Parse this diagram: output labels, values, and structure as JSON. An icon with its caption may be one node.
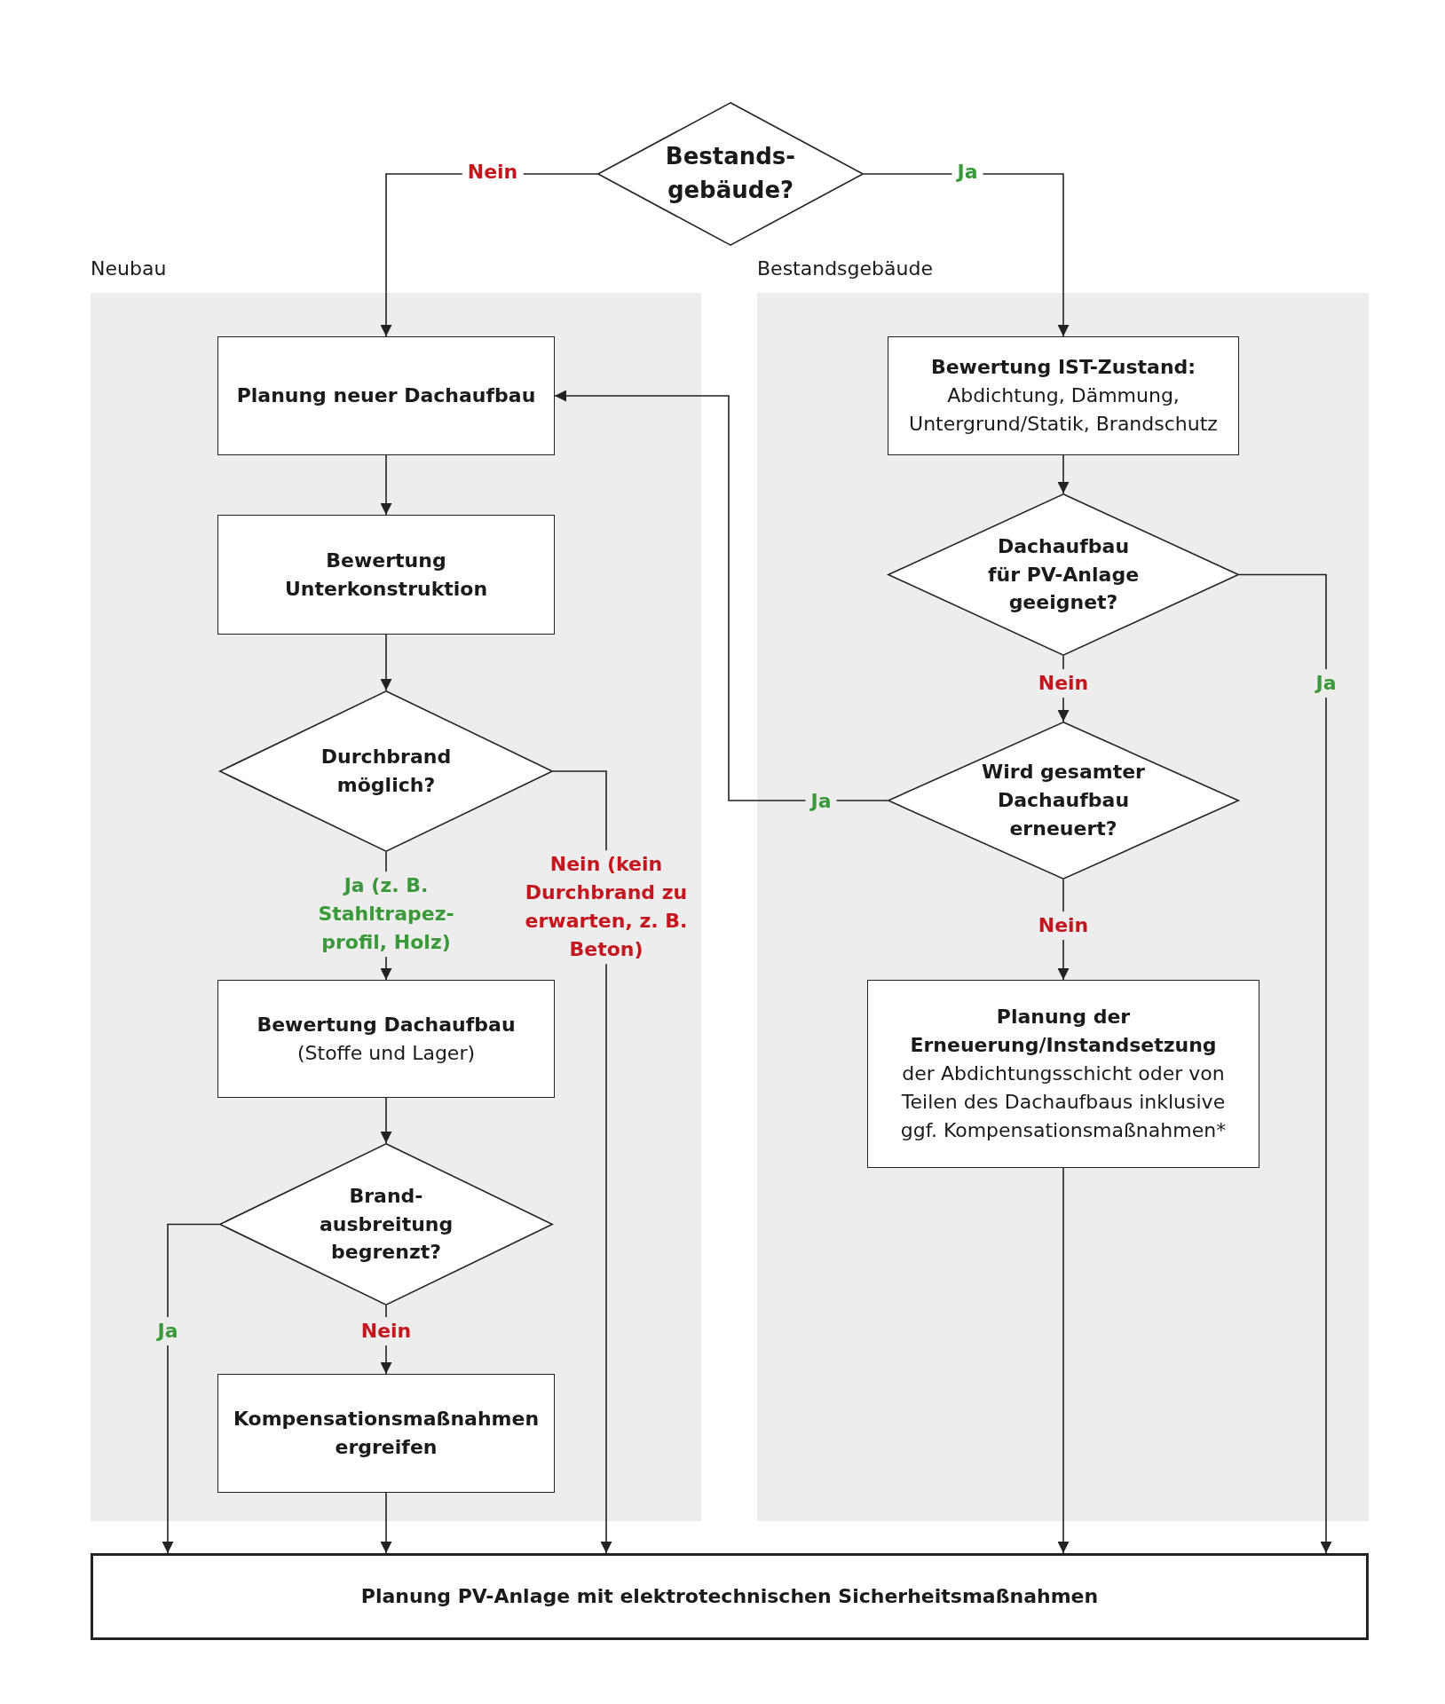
{
  "diagram": {
    "nodes": [
      {
        "text": [
          "Bestands-gebäude?"
        ]
      },
      {
        "text": [
          "Neubau"
        ]
      },
      {
        "text": [
          "Planung neuer Dachaufbau"
        ],
        "in": 1
      },
      {
        "text": [
          "Bewertung Unterkonstruktion"
        ],
        "in": 1
      },
      {
        "text": [
          "Durchbrand möglich?"
        ],
        "in": 1
      },
      {
        "text": [
          "Bewertung Dachaufbau",
          "(Stoffe und Lager)"
        ],
        "in": 1
      },
      {
        "text": [
          "Brand-ausbreitung begrenzt?"
        ],
        "in": 1
      },
      {
        "text": [
          "Kompensationsmaßnahmen ergreifen"
        ],
        "in": 1
      },
      {
        "text": [
          "Bestandsgebäude"
        ]
      },
      {
        "text": [
          "Bewertung IST-Zustand:",
          "Abdichtung, Dämmung, Untergrund/Statik, Brandschutz"
        ],
        "in": 8
      },
      {
        "text": [
          "Dachaufbau für PV-Anlage geeignet?"
        ],
        "in": 8
      },
      {
        "text": [
          "Wird gesamter Dachaufbau erneuert?"
        ],
        "in": 8
      },
      {
        "text": [
          "Planung der Erneuerung/Instandsetzung",
          "der Abdichtungsschicht oder von Teilen des Dachaufbaus inklusive ggf. Kompensationsmaßnahmen*"
        ],
        "in": 8
      },
      {
        "text": [
          "Planung PV-Anlage mit elektrotechnischen Sicherheitsmaßnahmen"
        ]
      }
    ],
    "edges": [
      {
        "from": 0,
        "to": 2,
        "arrow": "to",
        "label": "Nein"
      },
      {
        "from": 0,
        "to": 9,
        "arrow": "to",
        "label": "Ja"
      },
      {
        "from": 2,
        "to": 3,
        "arrow": "to"
      },
      {
        "from": 3,
        "to": 4,
        "arrow": "to"
      },
      {
        "from": 4,
        "to": 5,
        "arrow": "to",
        "label": "Ja (z. B. Stahltrapez-profil, Holz)"
      },
      {
        "from": 4,
        "to": 13,
        "arrow": "to",
        "label": "Nein (kein Durchbrand zu erwarten, z. B. Beton)"
      },
      {
        "from": 5,
        "to": 6,
        "arrow": "to"
      },
      {
        "from": 6,
        "to": 13,
        "arrow": "to",
        "label": "Ja"
      },
      {
        "from": 6,
        "to": 7,
        "arrow": "to",
        "label": "Nein"
      },
      {
        "from": 7,
        "to": 13,
        "arrow": "to"
      },
      {
        "from": 9,
        "to": 10,
        "arrow": "to"
      },
      {
        "from": 10,
        "to": 11,
        "arrow": "to",
        "label": "Nein"
      },
      {
        "from": 10,
        "to": 13,
        "arrow": "to",
        "label": "Ja"
      },
      {
        "from": 11,
        "to": 2,
        "arrow": "to",
        "label": "Ja"
      },
      {
        "from": 11,
        "to": 12,
        "arrow": "to",
        "label": "Nein"
      },
      {
        "from": 12,
        "to": 13,
        "arrow": "to"
      }
    ]
  }
}
